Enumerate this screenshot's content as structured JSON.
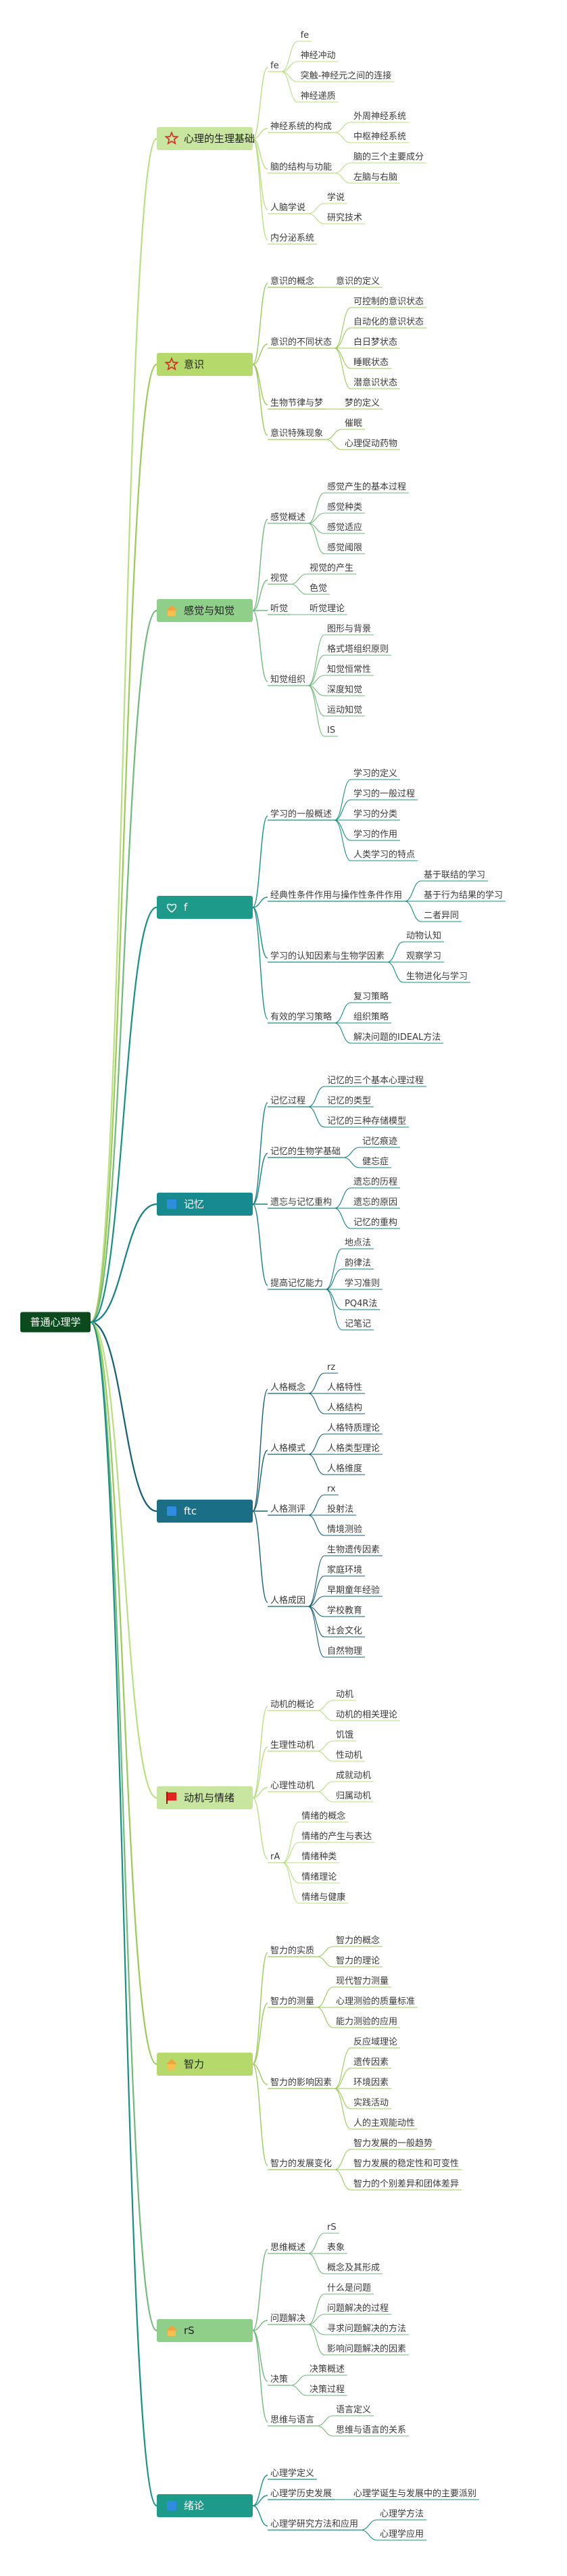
{
  "root": {
    "label": "普通心理学"
  },
  "branches": [
    {
      "label": "心理的生理基础",
      "icon": "star-icon",
      "box_color": "#c8e6a0",
      "line_color": "#b9df7e",
      "children": [
        {
          "label": "fe",
          "children": [
            {
              "label": "fe",
              "children": []
            },
            {
              "label": "神经冲动",
              "children": []
            },
            {
              "label": "突触-神经元之间的连接",
              "children": []
            },
            {
              "label": "神经递质",
              "children": []
            }
          ]
        },
        {
          "label": "神经系统的构成",
          "children": [
            {
              "label": "外周神经系统",
              "children": []
            },
            {
              "label": "中枢神经系统",
              "children": []
            }
          ]
        },
        {
          "label": "脑的结构与功能",
          "children": [
            {
              "label": "脑的三个主要成分",
              "children": []
            },
            {
              "label": "左脑与右脑",
              "children": []
            }
          ]
        },
        {
          "label": "人脑学说",
          "children": [
            {
              "label": "学说",
              "children": []
            },
            {
              "label": "研究技术",
              "children": []
            }
          ]
        },
        {
          "label": "内分泌系统",
          "children": []
        }
      ]
    },
    {
      "label": "意识",
      "icon": "star-icon",
      "box_color": "#b5d96b",
      "line_color": "#9acb55",
      "children": [
        {
          "label": "意识的概念",
          "children": [
            {
              "label": "意识的定义",
              "children": []
            }
          ]
        },
        {
          "label": "意识的不同状态",
          "children": [
            {
              "label": "可控制的意识状态",
              "children": []
            },
            {
              "label": "自动化的意识状态",
              "children": []
            },
            {
              "label": "白日梦状态",
              "children": []
            },
            {
              "label": "睡眠状态",
              "children": []
            },
            {
              "label": "潜意识状态",
              "children": []
            }
          ]
        },
        {
          "label": "生物节律与梦",
          "children": [
            {
              "label": "梦的定义",
              "children": []
            }
          ]
        },
        {
          "label": "意识特殊现象",
          "children": [
            {
              "label": "催眠",
              "children": []
            },
            {
              "label": "心理促动药物",
              "children": []
            }
          ]
        }
      ]
    },
    {
      "label": "感觉与知觉",
      "icon": "house-icon",
      "box_color": "#8fcf8a",
      "line_color": "#6fba7a",
      "children": [
        {
          "label": "感觉概述",
          "children": [
            {
              "label": "感觉产生的基本过程",
              "children": []
            },
            {
              "label": "感觉种类",
              "children": []
            },
            {
              "label": "感觉适应",
              "children": []
            },
            {
              "label": "感觉阈限",
              "children": []
            }
          ]
        },
        {
          "label": "视觉",
          "children": [
            {
              "label": "视觉的产生",
              "children": []
            },
            {
              "label": "色觉",
              "children": []
            }
          ]
        },
        {
          "label": "听觉",
          "children": [
            {
              "label": "听觉理论",
              "children": []
            }
          ]
        },
        {
          "label": "知觉组织",
          "children": [
            {
              "label": "图形与背景",
              "children": []
            },
            {
              "label": "格式塔组织原则",
              "children": []
            },
            {
              "label": "知觉恒常性",
              "children": []
            },
            {
              "label": "深度知觉",
              "children": []
            },
            {
              "label": "运动知觉",
              "children": []
            },
            {
              "label": "IS",
              "children": []
            }
          ]
        }
      ]
    },
    {
      "label": "f",
      "icon": "heart-icon",
      "box_color": "#1e9a8a",
      "line_color": "#169085",
      "children": [
        {
          "label": "学习的一般概述",
          "children": [
            {
              "label": "学习的定义",
              "children": []
            },
            {
              "label": "学习的一般过程",
              "children": []
            },
            {
              "label": "学习的分类",
              "children": []
            },
            {
              "label": "学习的作用",
              "children": []
            },
            {
              "label": "人类学习的特点",
              "children": []
            }
          ]
        },
        {
          "label": "经典性条件作用与操作性条件作用",
          "children": [
            {
              "label": "基于联结的学习",
              "children": []
            },
            {
              "label": "基于行为结果的学习",
              "children": []
            },
            {
              "label": "二者异同",
              "children": []
            }
          ]
        },
        {
          "label": "学习的认知因素与生物学因素",
          "children": [
            {
              "label": "动物认知",
              "children": []
            },
            {
              "label": "观察学习",
              "children": []
            },
            {
              "label": "生物进化与学习",
              "children": []
            }
          ]
        },
        {
          "label": "有效的学习策略",
          "children": [
            {
              "label": "复习策略",
              "children": []
            },
            {
              "label": "组织策略",
              "children": []
            },
            {
              "label": "解决问题的IDEAL方法",
              "children": []
            }
          ]
        }
      ]
    },
    {
      "label": "记忆",
      "icon": "square-icon",
      "box_color": "#178a8f",
      "line_color": "#137f86",
      "children": [
        {
          "label": "记忆过程",
          "children": [
            {
              "label": "记忆的三个基本心理过程",
              "children": []
            },
            {
              "label": "记忆的类型",
              "children": []
            },
            {
              "label": "记忆的三种存储模型",
              "children": []
            }
          ]
        },
        {
          "label": "记忆的生物学基础",
          "children": [
            {
              "label": "记忆痕迹",
              "children": []
            },
            {
              "label": "健忘症",
              "children": []
            }
          ]
        },
        {
          "label": "遗忘与记忆重构",
          "children": [
            {
              "label": "遗忘的历程",
              "children": []
            },
            {
              "label": "遗忘的原因",
              "children": []
            },
            {
              "label": "记忆的重构",
              "children": []
            }
          ]
        },
        {
          "label": "提高记忆能力",
          "children": [
            {
              "label": "地点法",
              "children": []
            },
            {
              "label": "韵律法",
              "children": []
            },
            {
              "label": "学习准则",
              "children": []
            },
            {
              "label": "PQ4R法",
              "children": []
            },
            {
              "label": "记笔记",
              "children": []
            }
          ]
        }
      ]
    },
    {
      "label": "ftc",
      "icon": "square-icon",
      "box_color": "#1a6e86",
      "line_color": "#145f78",
      "children": [
        {
          "label": "人格概念",
          "children": [
            {
              "label": "rz",
              "children": []
            },
            {
              "label": "人格特性",
              "children": []
            },
            {
              "label": "人格结构",
              "children": []
            }
          ]
        },
        {
          "label": "人格模式",
          "children": [
            {
              "label": "人格特质理论",
              "children": []
            },
            {
              "label": "人格类型理论",
              "children": []
            },
            {
              "label": "人格维度",
              "children": []
            }
          ]
        },
        {
          "label": "人格测评",
          "children": [
            {
              "label": "rx",
              "children": []
            },
            {
              "label": "投射法",
              "children": []
            },
            {
              "label": "情境测验",
              "children": []
            }
          ]
        },
        {
          "label": "人格成因",
          "children": [
            {
              "label": "生物遗传因素",
              "children": []
            },
            {
              "label": "家庭环境",
              "children": []
            },
            {
              "label": "早期童年经验",
              "children": []
            },
            {
              "label": "学校教育",
              "children": []
            },
            {
              "label": "社会文化",
              "children": []
            },
            {
              "label": "自然物理",
              "children": []
            }
          ]
        }
      ]
    },
    {
      "label": "动机与情绪",
      "icon": "flag-icon",
      "box_color": "#c8e6a0",
      "line_color": "#b9df7e",
      "children": [
        {
          "label": "动机的概论",
          "children": [
            {
              "label": "动机",
              "children": []
            },
            {
              "label": "动机的相关理论",
              "children": []
            }
          ]
        },
        {
          "label": "生理性动机",
          "children": [
            {
              "label": "饥饿",
              "children": []
            },
            {
              "label": "性动机",
              "children": []
            }
          ]
        },
        {
          "label": "心理性动机",
          "children": [
            {
              "label": "成就动机",
              "children": []
            },
            {
              "label": "归属动机",
              "children": []
            }
          ]
        },
        {
          "label": "rA",
          "children": [
            {
              "label": "情绪的概念",
              "children": []
            },
            {
              "label": "情绪的产生与表达",
              "children": []
            },
            {
              "label": "情绪种类",
              "children": []
            },
            {
              "label": "情绪理论",
              "children": []
            },
            {
              "label": "情绪与健康",
              "children": []
            }
          ]
        }
      ]
    },
    {
      "label": "智力",
      "icon": "house-icon",
      "box_color": "#b5d96b",
      "line_color": "#9acb55",
      "children": [
        {
          "label": "智力的实质",
          "children": [
            {
              "label": "智力的概念",
              "children": []
            },
            {
              "label": "智力的理论",
              "children": []
            }
          ]
        },
        {
          "label": "智力的测量",
          "children": [
            {
              "label": "现代智力测量",
              "children": []
            },
            {
              "label": "心理测验的质量标准",
              "children": []
            },
            {
              "label": "能力测验的应用",
              "children": []
            }
          ]
        },
        {
          "label": "智力的影响因素",
          "children": [
            {
              "label": "反应域理论",
              "children": []
            },
            {
              "label": "遗传因素",
              "children": []
            },
            {
              "label": "环境因素",
              "children": []
            },
            {
              "label": "实践活动",
              "children": []
            },
            {
              "label": "人的主观能动性",
              "children": []
            }
          ]
        },
        {
          "label": "智力的发展变化",
          "children": [
            {
              "label": "智力发展的一般趋势",
              "children": []
            },
            {
              "label": "智力发展的稳定性和可变性",
              "children": []
            },
            {
              "label": "智力的个别差异和团体差异",
              "children": []
            }
          ]
        }
      ]
    },
    {
      "label": "rS",
      "icon": "house-icon",
      "box_color": "#8fcf8a",
      "line_color": "#6fba7a",
      "children": [
        {
          "label": "思维概述",
          "children": [
            {
              "label": "rS",
              "children": []
            },
            {
              "label": "表象",
              "children": []
            },
            {
              "label": "概念及其形成",
              "children": []
            }
          ]
        },
        {
          "label": "问题解决",
          "children": [
            {
              "label": "什么是问题",
              "children": []
            },
            {
              "label": "问题解决的过程",
              "children": []
            },
            {
              "label": "寻求问题解决的方法",
              "children": []
            },
            {
              "label": "影响问题解决的因素",
              "children": []
            }
          ]
        },
        {
          "label": "决策",
          "children": [
            {
              "label": "决策概述",
              "children": []
            },
            {
              "label": "决策过程",
              "children": []
            }
          ]
        },
        {
          "label": "思维与语言",
          "children": [
            {
              "label": "语言定义",
              "children": []
            },
            {
              "label": "思维与语言的关系",
              "children": []
            }
          ]
        }
      ]
    },
    {
      "label": "绪论",
      "icon": "square-icon",
      "box_color": "#1e9a8a",
      "line_color": "#169085",
      "children": [
        {
          "label": "心理学定义",
          "children": []
        },
        {
          "label": "心理学历史发展",
          "children": [
            {
              "label": "心理学诞生与发展中的主要派别",
              "children": []
            }
          ]
        },
        {
          "label": "心理学研究方法和应用",
          "children": [
            {
              "label": "心理学方法",
              "children": []
            },
            {
              "label": "心理学应用",
              "children": []
            }
          ]
        }
      ]
    }
  ]
}
